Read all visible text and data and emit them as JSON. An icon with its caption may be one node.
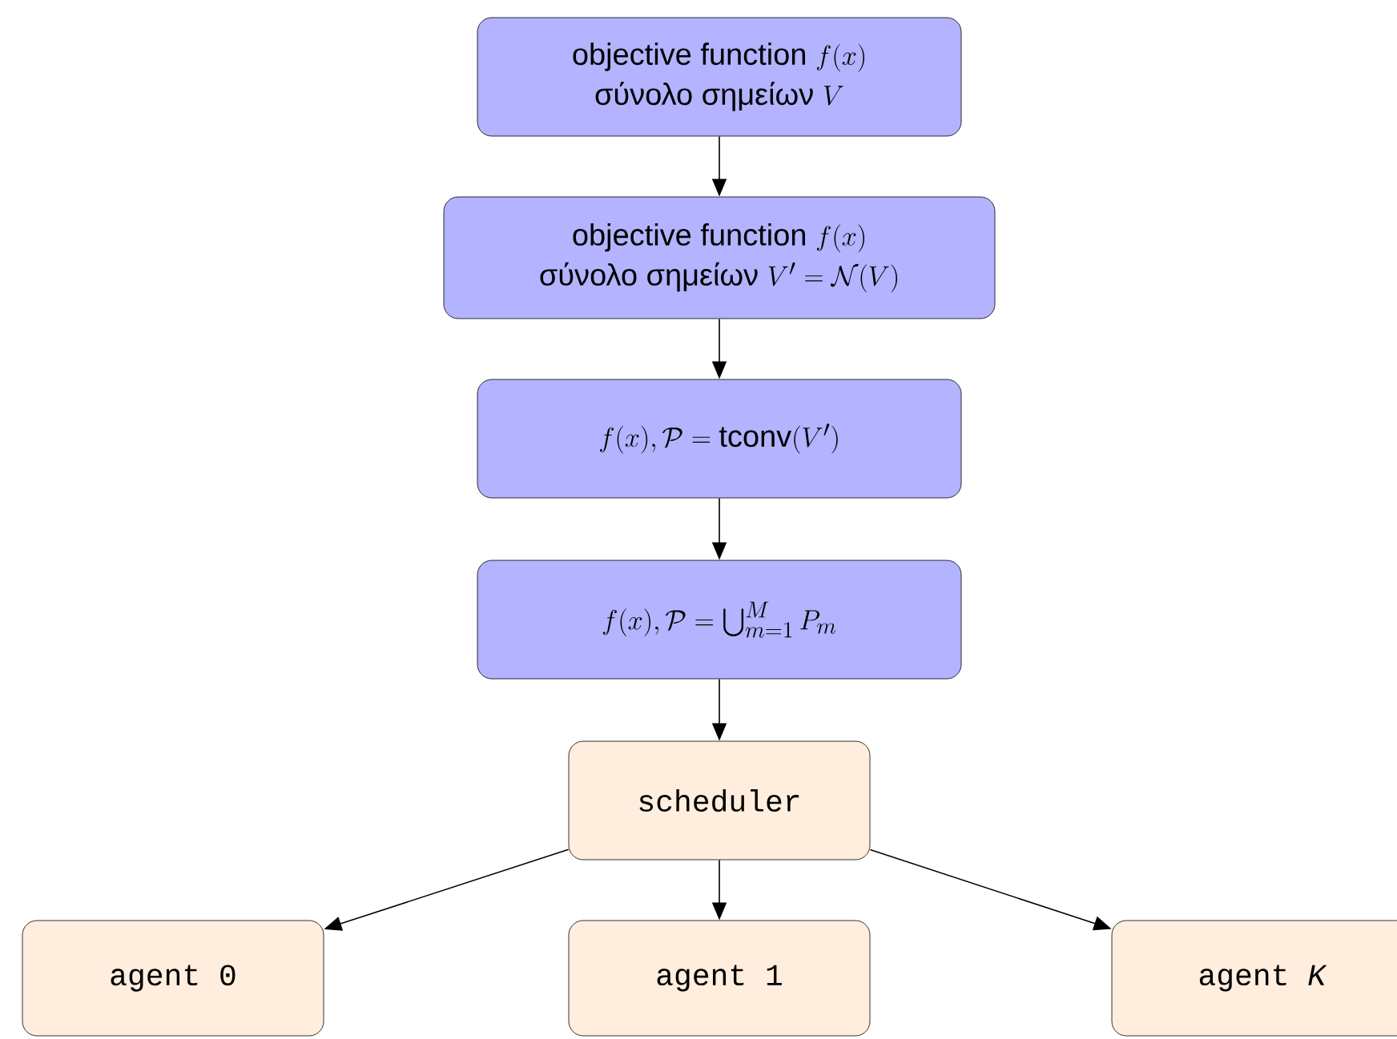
{
  "diagram": {
    "nodes": [
      {
        "text": [
          "\\text{objective function } f(x)",
          "\\text{σύνολο σημείων } V"
        ]
      },
      {
        "text": [
          "\\text{objective function } f(x)",
          "\\text{σύνολο σημείων } V' = \\mathcal{N}(V)"
        ]
      },
      {
        "text": [
          "f(x), \\mathcal{P} = \\text{tconv}(V')"
        ]
      },
      {
        "text": [
          "f(x), \\mathcal{P} = \\bigcup_{m=1}^{M} P_m"
        ]
      },
      {
        "text": [
          "scheduler"
        ]
      },
      {
        "text": [
          "agent 0"
        ]
      },
      {
        "text": [
          "agent 1"
        ]
      },
      {
        "text": [
          "agent *K*"
        ]
      }
    ],
    "edges": [
      {
        "from": 0,
        "to": 1,
        "arrow": "to"
      },
      {
        "from": 1,
        "to": 2,
        "arrow": "to"
      },
      {
        "from": 2,
        "to": 3,
        "arrow": "to"
      },
      {
        "from": 3,
        "to": 4,
        "arrow": "to"
      },
      {
        "from": 4,
        "to": 5,
        "arrow": "to"
      },
      {
        "from": 4,
        "to": 6,
        "arrow": "to"
      },
      {
        "from": 4,
        "to": 7,
        "arrow": "to"
      }
    ]
  }
}
